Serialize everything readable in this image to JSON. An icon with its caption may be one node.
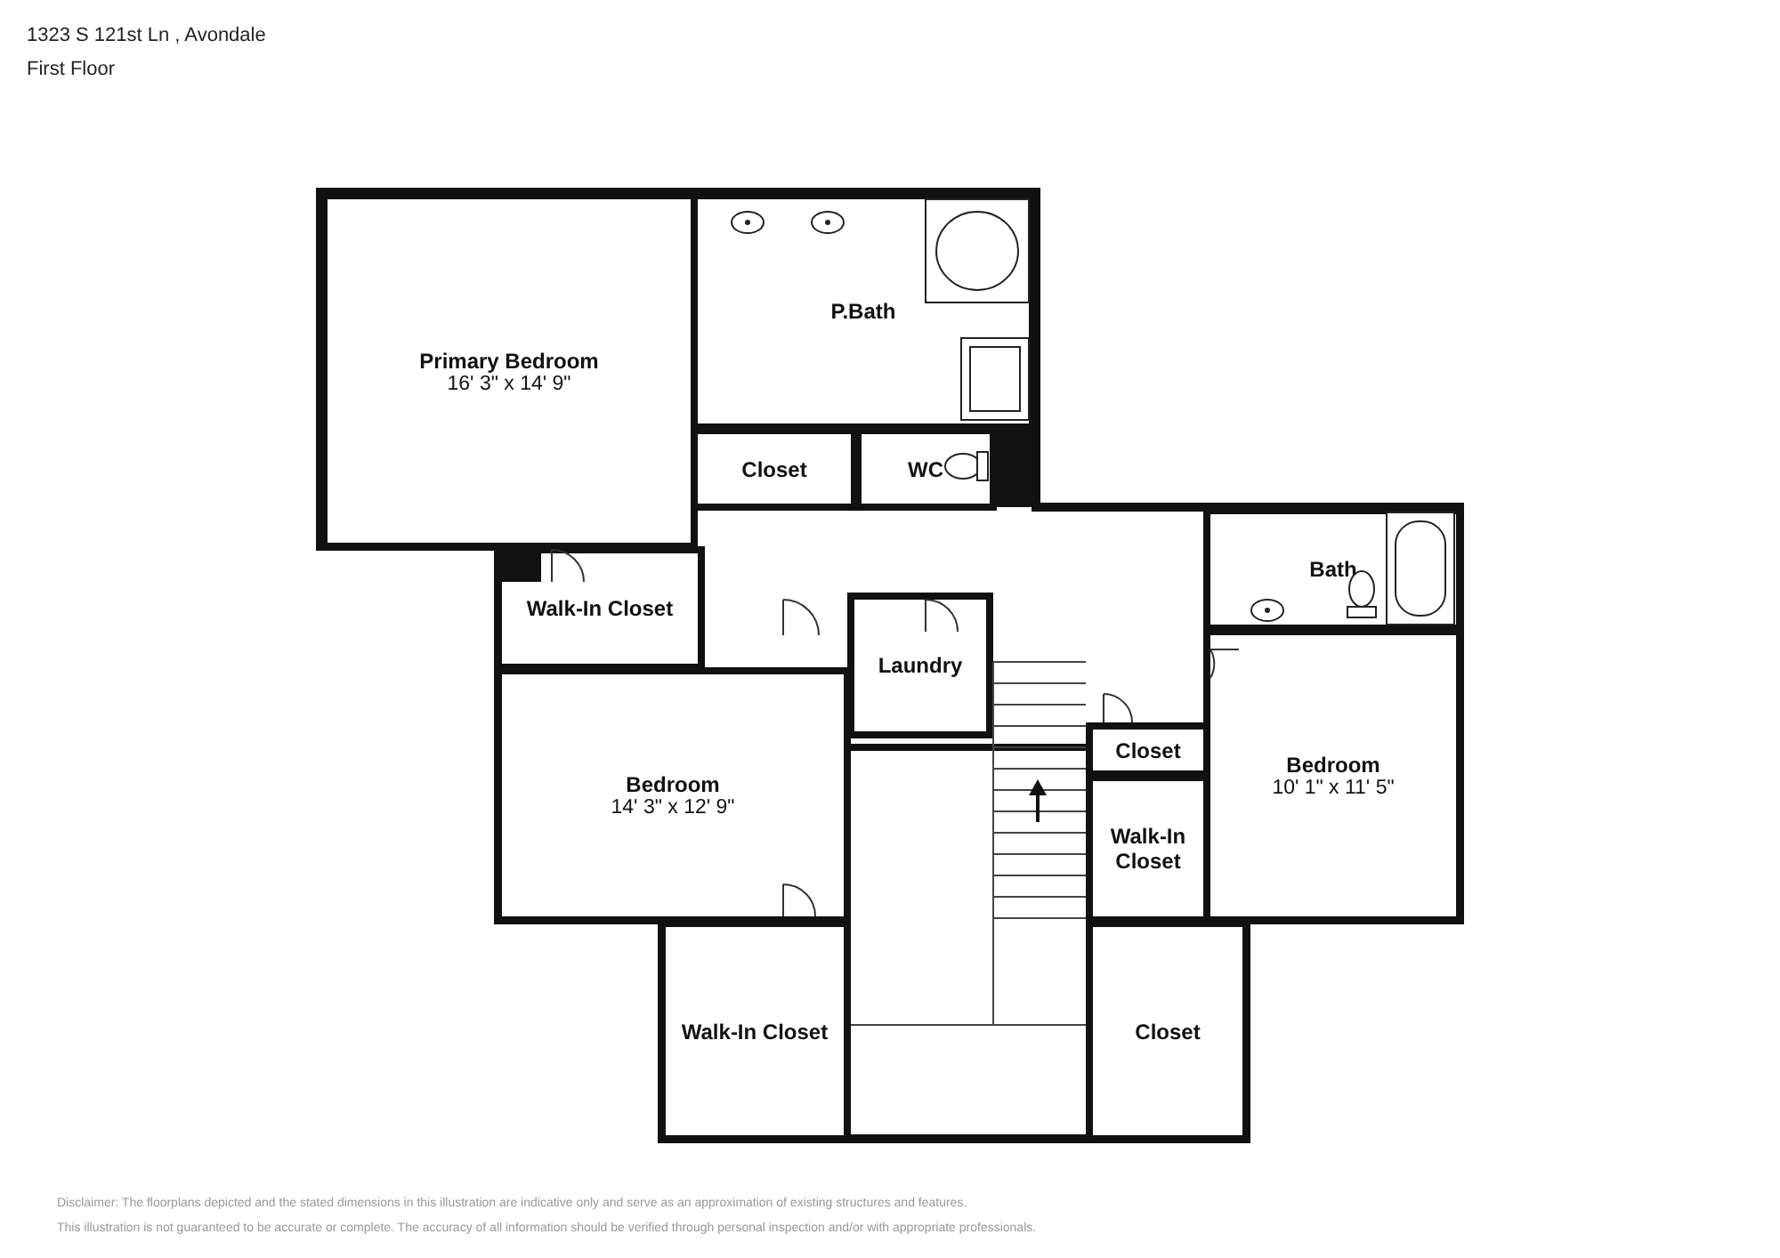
{
  "diagram": {
    "nodes": [
      {
        "text": [
          "Primary Bedroom",
          "16' 3\" x 14' 9\""
        ]
      },
      {
        "text": [
          "P.Bath"
        ]
      },
      {
        "text": [
          "Closet"
        ]
      },
      {
        "text": [
          "WC"
        ]
      },
      {
        "text": [
          "Bath"
        ]
      },
      {
        "text": [
          "Walk-In Closet"
        ]
      },
      {
        "text": [
          "Laundry"
        ]
      },
      {
        "text": [
          "Closet"
        ]
      },
      {
        "text": [
          "Bedroom",
          "10' 1\" x 11' 5\""
        ]
      },
      {
        "text": [
          "Bedroom",
          "14' 3\" x 12' 9\""
        ]
      },
      {
        "text": [
          "Walk-In Closet"
        ]
      },
      {
        "text": [
          "Walk-In Closet"
        ]
      },
      {
        "text": [
          "Closet"
        ]
      }
    ],
    "labels": [
      "1323 S 121st Ln , Avondale",
      "First Floor",
      "Disclaimer: The floorplans depicted and the stated dimensions in this illustration are indicative only and serve as an approximation of existing structures and features.",
      "This illustration is not guaranteed to be accurate or complete. The accuracy of all information should be verified through personal inspection and/or with appropriate professionals."
    ]
  }
}
